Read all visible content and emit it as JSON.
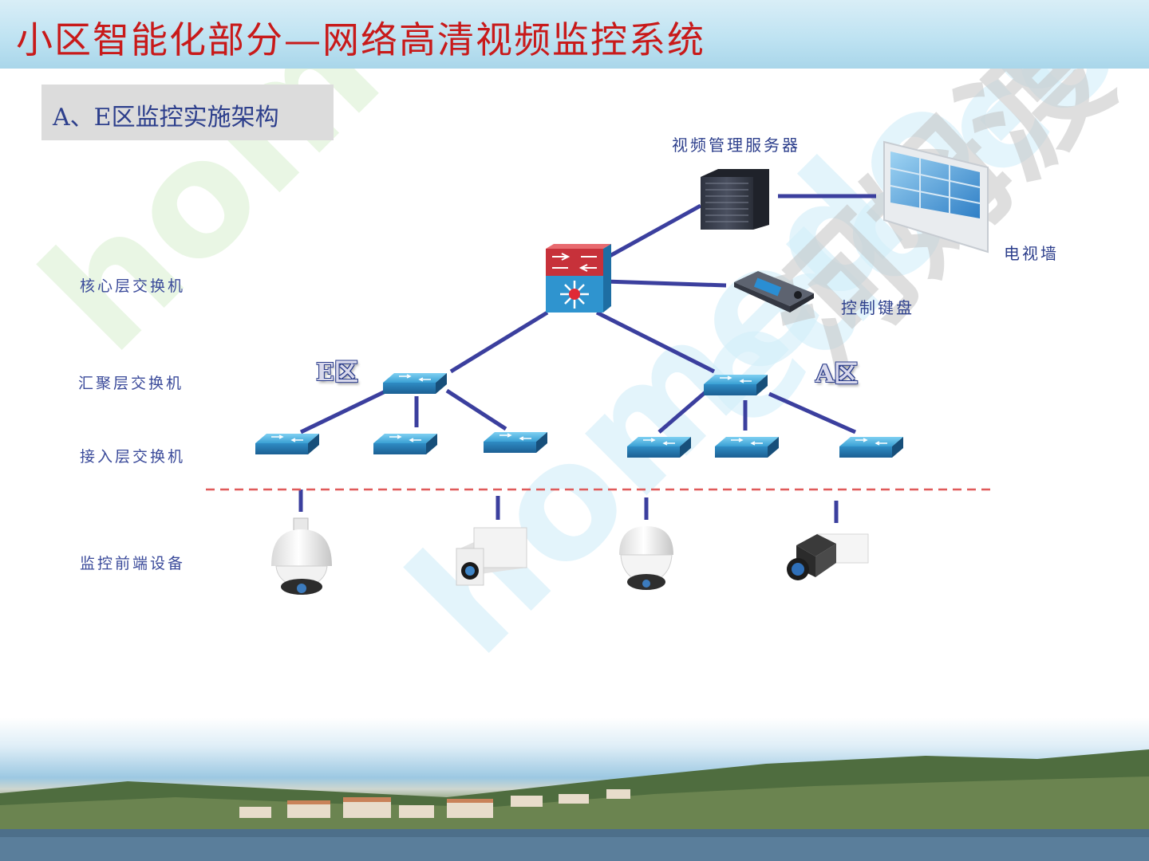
{
  "title": "小区智能化部分—网络高清视频监控系统",
  "section": "A、E区监控实施架构",
  "layers": {
    "core": "核心层交换机",
    "aggregation": "汇聚层交换机",
    "access": "接入层交换机",
    "frontend": "监控前端设备"
  },
  "devices": {
    "server": "视频管理服务器",
    "video_wall": "电视墙",
    "keyboard": "控制键盘"
  },
  "zones": {
    "e": "E区",
    "a": "A区"
  },
  "watermark": {
    "text_1": "homedo.com",
    "text_2": "homedo.com",
    "text_3": "edo.com",
    "text_4": "河姆渡"
  },
  "colors": {
    "title": "#c81a1a",
    "label": "#2d3f8c",
    "link": "#3b3f9e",
    "divider": "#e05a5a",
    "switch": "#3aa0d4"
  }
}
